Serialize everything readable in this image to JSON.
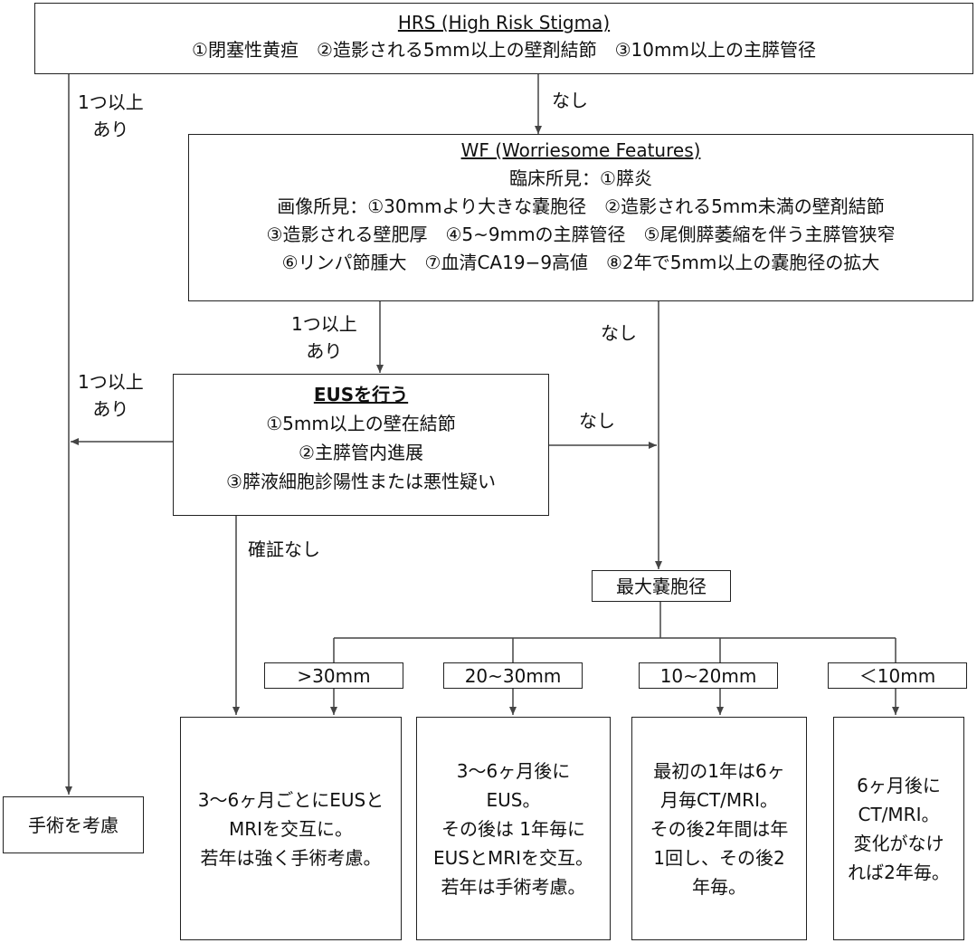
{
  "hrs": {
    "title": "HRS (High Risk Stigma)",
    "items": "①閉塞性黄疸　②造影される5mm以上の壁剤結節　③10mm以上の主膵管径"
  },
  "wf": {
    "title": "WF (Worriesome Features)",
    "clinical": "臨床所見：①膵炎",
    "imaging_1": "画像所見：①30mmより大きな嚢胞径　②造影される5mm未満の壁剤結節",
    "imaging_2": "③造影される壁肥厚　④5~9mmの主膵管径　⑤尾側膵萎縮を伴う主膵管狭窄",
    "imaging_3": "⑥リンパ節腫大　⑦血清CA19−9高値　⑧2年で5mm以上の嚢胞径の拡大"
  },
  "eus": {
    "title": "EUSを行う",
    "items": [
      "①5mm以上の壁在結節",
      "②主膵管内進展",
      "③膵液細胞診陽性または悪性疑い"
    ]
  },
  "labels": {
    "one_or_more_1": "1つ以上",
    "present_1": "あり",
    "none_1": "なし",
    "one_or_more_2": "1つ以上",
    "present_2": "あり",
    "none_2": "なし",
    "one_or_more_3": "1つ以上",
    "present_3": "あり",
    "none_3": "なし",
    "not_confirmed": "確証なし"
  },
  "surgery": "手術を考慮",
  "max_cyst": "最大嚢胞径",
  "sizes": [
    ">30mm",
    "20~30mm",
    "10~20mm",
    "＜10mm"
  ],
  "outcomes": [
    [
      "3〜6ヶ月ごとにEUSと",
      "MRIを交互に。",
      "若年は強く手術考慮。"
    ],
    [
      "3〜6ヶ月後に",
      "EUS。",
      "その後は 1年毎に",
      "EUSとMRIを交互。",
      "若年は手術考慮。"
    ],
    [
      "最初の1年は6ヶ",
      "月毎CT/MRI。",
      "その後2年間は年",
      "1回し、その後2",
      "年毎。"
    ],
    [
      "6ヶ月後に",
      "CT/MRI。",
      "変化がなけ",
      "れば2年毎。"
    ]
  ]
}
